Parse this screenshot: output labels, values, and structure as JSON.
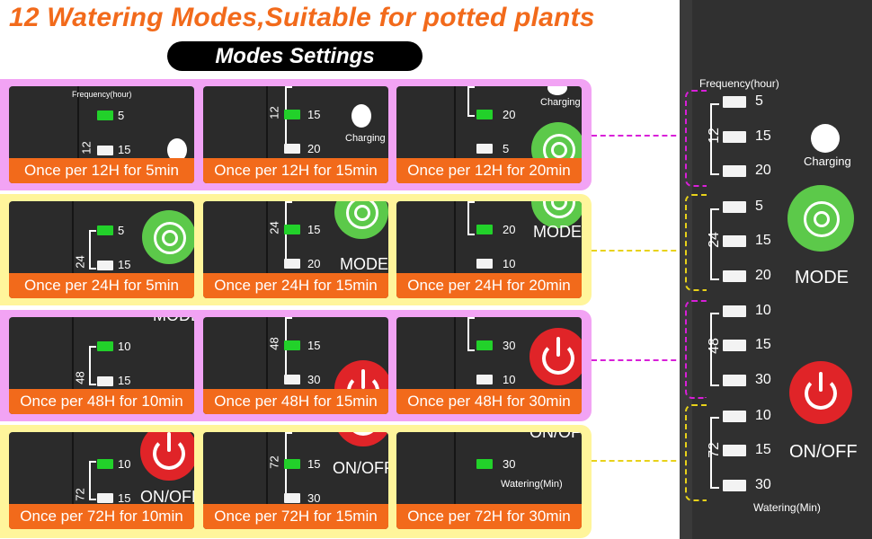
{
  "title": "12 Watering Modes,Suitable for potted plants",
  "section_label": "Modes Settings",
  "tiles": [
    [
      "Once per 12H for 5min",
      "Once per 12H for 15min",
      "Once per 12H for 20min"
    ],
    [
      "Once per 24H for 5min",
      "Once per 24H for 15min",
      "Once per 24H for 20min"
    ],
    [
      "Once per 48H for 10min",
      "Once per 48H for 15min",
      "Once per 48H for 30min"
    ],
    [
      "Once per 72H for 10min",
      "Once per 72H for 15min",
      "Once per 72H for 30min"
    ]
  ],
  "tile_text": {
    "frequency_header": "Frequency(hour)",
    "charging": "Charging",
    "mode": "MODE",
    "onoff": "ON/OFF",
    "watering_min": "Watering(Min)"
  },
  "panel": {
    "frequency_header": "Frequency(hour)",
    "charging": "Charging",
    "mode": "MODE",
    "onoff": "ON/OFF",
    "watering_min": "Watering(Min)",
    "groups": [
      {
        "hours": "12",
        "minutes": [
          "5",
          "15",
          "20"
        ]
      },
      {
        "hours": "24",
        "minutes": [
          "5",
          "15",
          "20"
        ]
      },
      {
        "hours": "48",
        "minutes": [
          "10",
          "15",
          "30"
        ]
      },
      {
        "hours": "72",
        "minutes": [
          "10",
          "15",
          "30"
        ]
      }
    ]
  },
  "colors": {
    "accent_orange": "#f26a1b",
    "pink": "#f2a3f4",
    "yellow": "#fff59b",
    "led_green": "#22d12a",
    "mode_green": "#5cc94a",
    "power_red": "#e02428",
    "dash_pink": "#d81fd8",
    "dash_yellow": "#e8d21a"
  }
}
